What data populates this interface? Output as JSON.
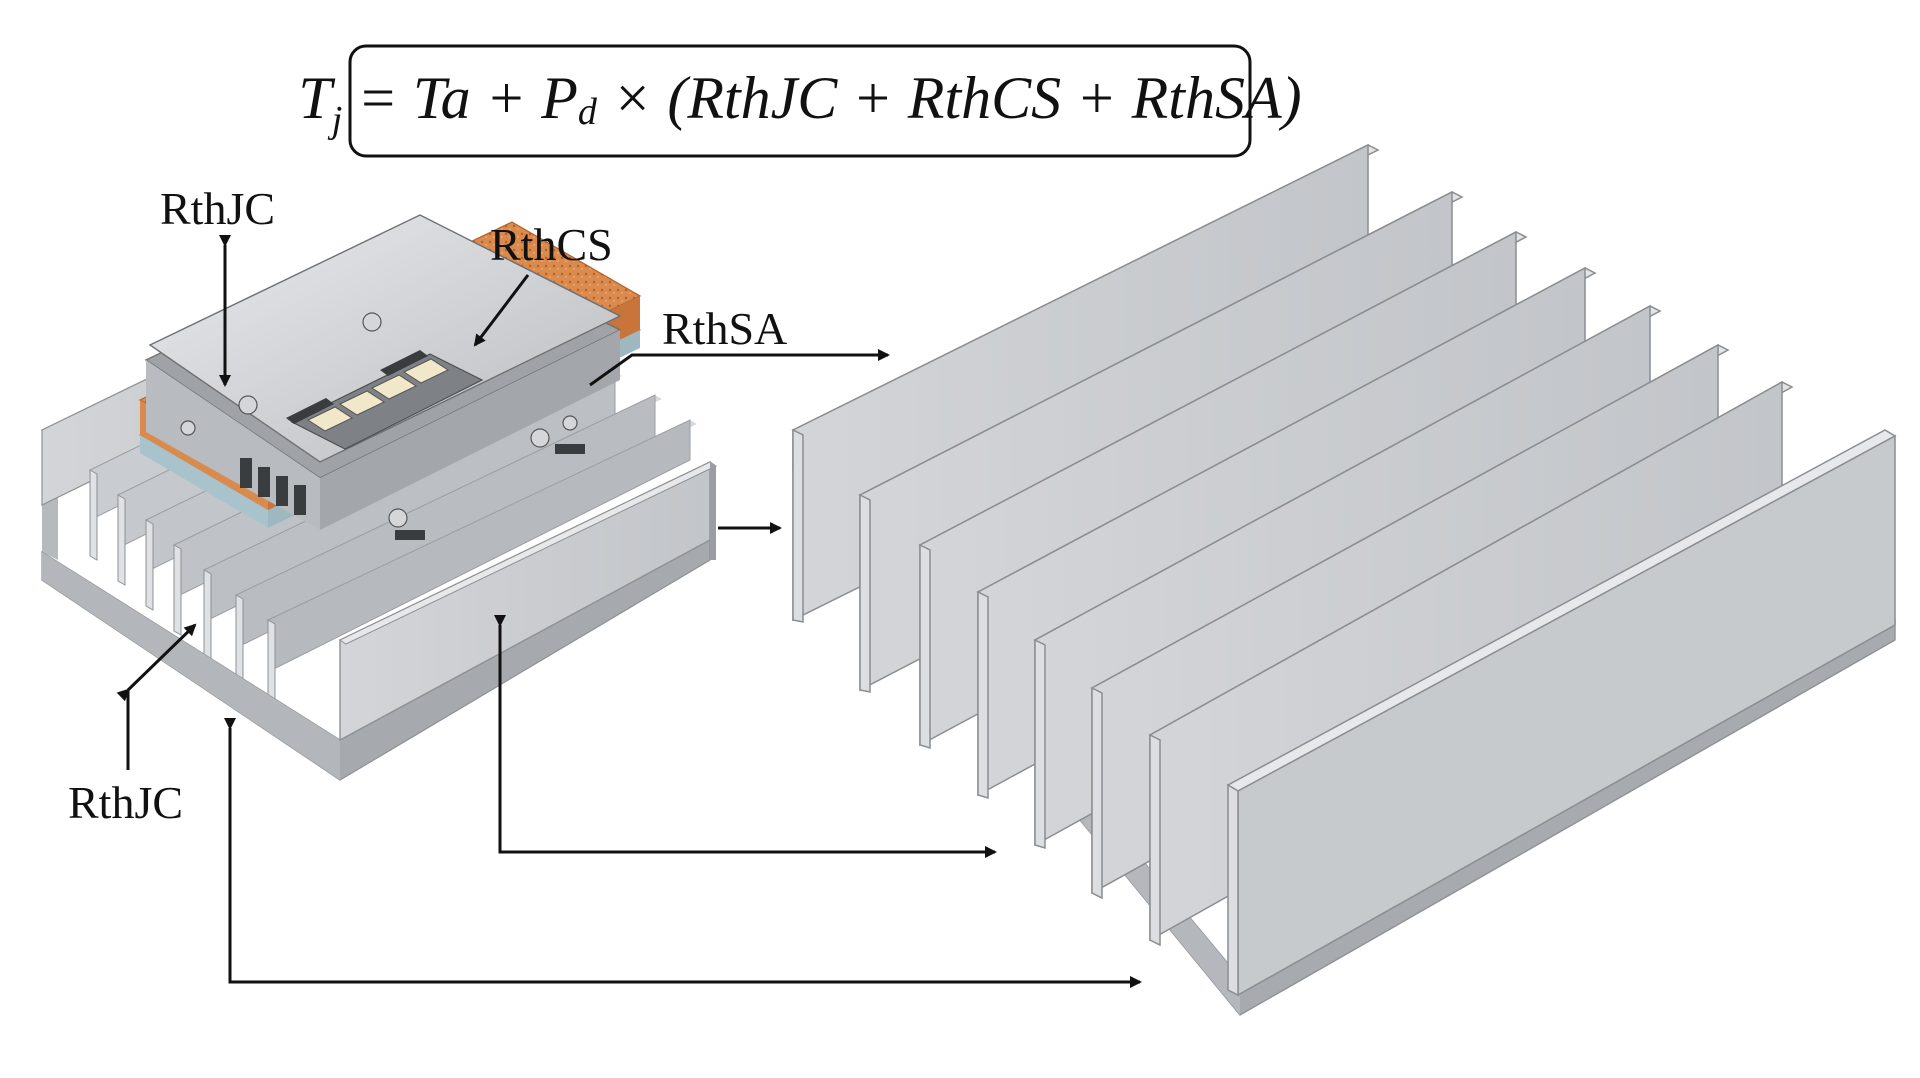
{
  "formula": {
    "t": "T",
    "t_sub": "j",
    "eq": " = ",
    "ta": "Ta",
    "plus1": " + ",
    "p": "P",
    "p_sub": "d",
    "times": " × (",
    "r1": "RthJC",
    "plus2": " + ",
    "r2": "RthCS",
    "plus3": " + ",
    "r3": "RthSA",
    "close": ")"
  },
  "labels": {
    "rthjc_top": "RthJC",
    "rthcs": "RthCS",
    "rthsa": "RthSA",
    "rthjc_bottom": "RthJC"
  },
  "colors": {
    "metal_light": "#d9dbde",
    "metal_mid": "#b4b7bb",
    "metal_dark": "#8e9195",
    "thermal_pad": "#d98a4c",
    "thermal_pad_dark": "#b3602b",
    "insulator": "#a9c3cc",
    "ink": "#111111"
  }
}
